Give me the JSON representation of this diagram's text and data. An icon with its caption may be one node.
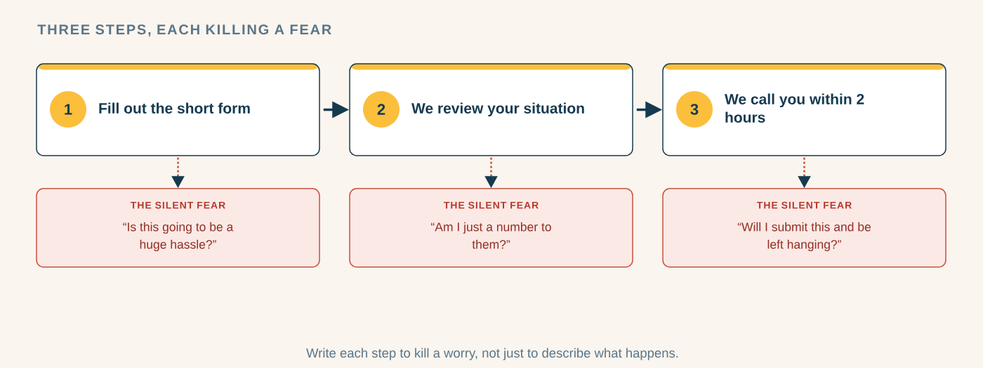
{
  "diagram": {
    "title": "THREE STEPS, EACH KILLING A FEAR",
    "nodes": [
      {
        "text": [
          "Fill out the short form"
        ]
      },
      {
        "text": [
          "1"
        ],
        "in": 0
      },
      {
        "text": [
          "We review your situation"
        ]
      },
      {
        "text": [
          "2"
        ],
        "in": 2
      },
      {
        "text": [
          "We call you within 2 hours"
        ]
      },
      {
        "text": [
          "3"
        ],
        "in": 4
      },
      {
        "text": [
          "THE SILENT FEAR",
          "“Is this going to be a huge hassle?”"
        ]
      },
      {
        "text": [
          "THE SILENT FEAR",
          "“Am I just a number to them?”"
        ]
      },
      {
        "text": [
          "THE SILENT FEAR",
          "“Will I submit this and be left hanging?”"
        ]
      }
    ],
    "edges": [
      {
        "from": 0,
        "to": 2,
        "arrow": "to",
        "color": "#163a50"
      },
      {
        "from": 2,
        "to": 4,
        "arrow": "to",
        "color": "#163a50"
      },
      {
        "from": 0,
        "to": 6,
        "arrow": "to",
        "style": "dashed"
      },
      {
        "from": 2,
        "to": 7,
        "arrow": "to",
        "style": "dashed"
      },
      {
        "from": 4,
        "to": 8,
        "arrow": "to",
        "style": "dashed"
      }
    ],
    "caption": "Write each step to kill a worry, not just to describe what happens."
  }
}
